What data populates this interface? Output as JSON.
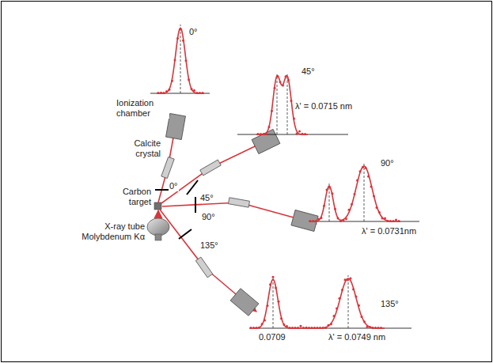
{
  "diagram": {
    "labels": [
      "0°",
      "Ionization chamber",
      "Calcite crystal",
      "0°",
      "45°",
      "λ' = 0.0715 nm",
      "45°",
      "Carbon target",
      "90°",
      "90°",
      "λ' = 0.0731nm",
      "X-ray tube Molybdenum Kα",
      "135°",
      "135°",
      "0.0709",
      "λ' = 0.0749 nm"
    ]
  }
}
